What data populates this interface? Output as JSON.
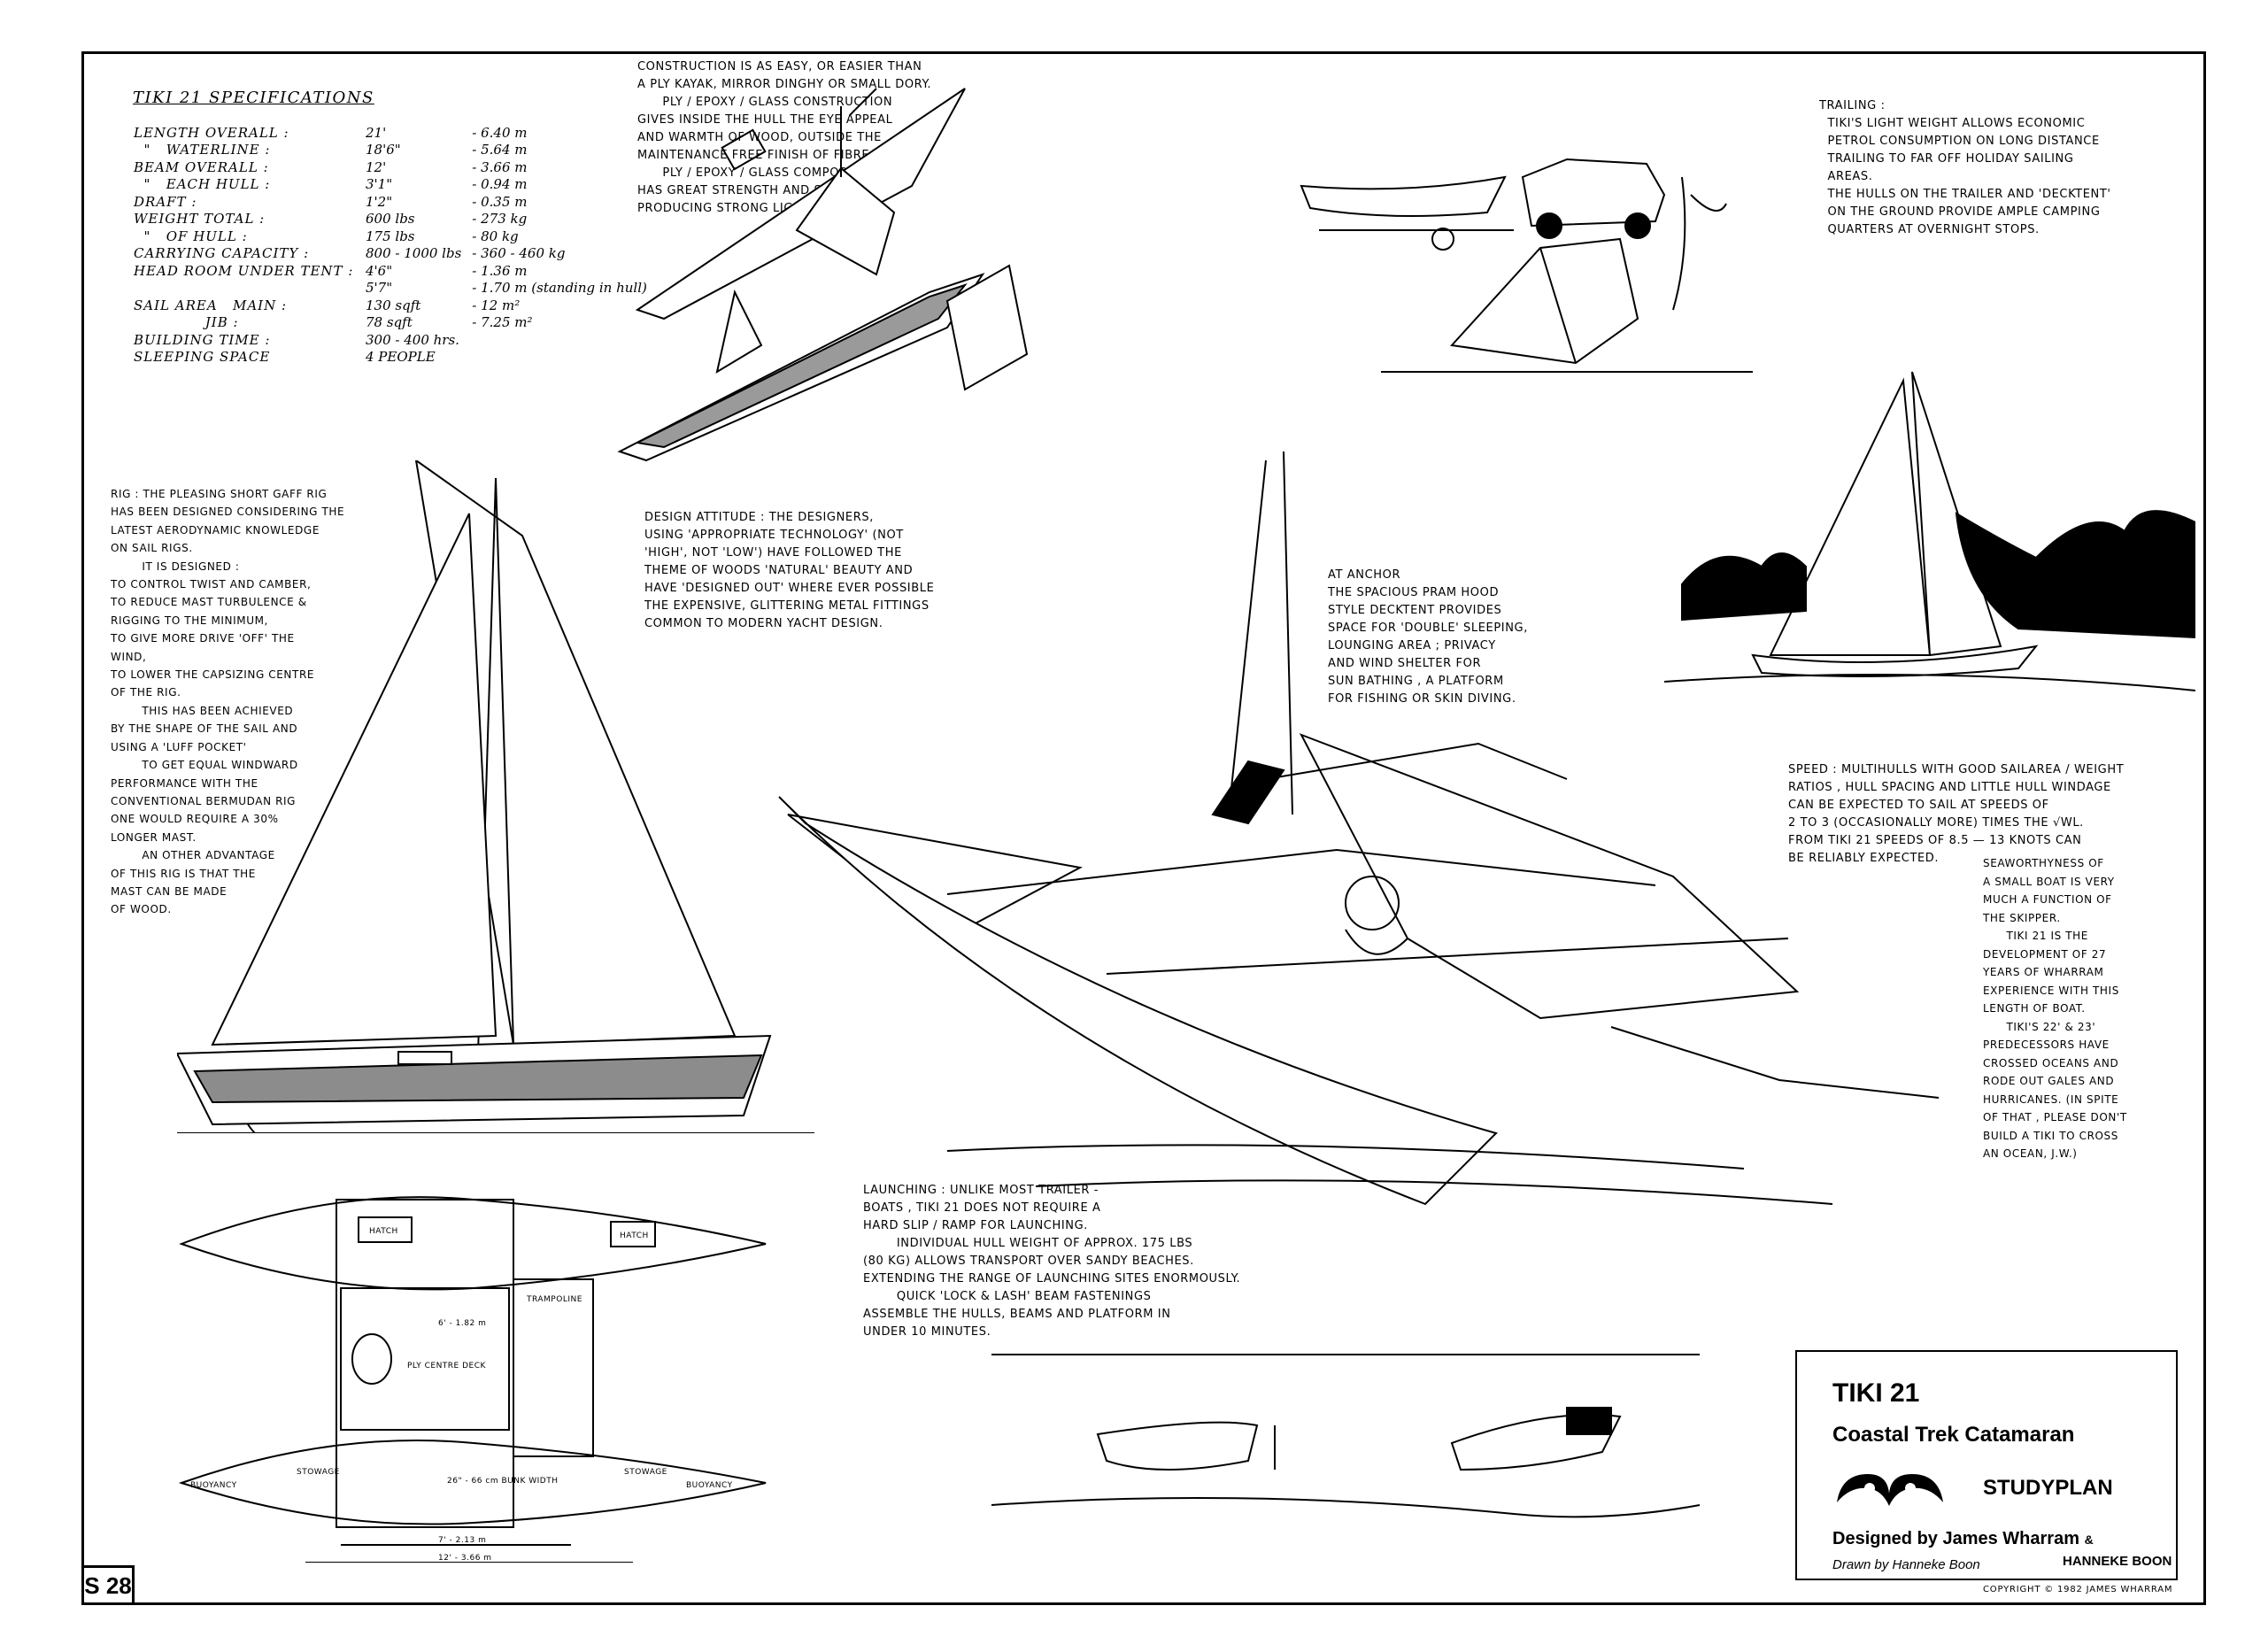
{
  "specs": {
    "title": "TIKI 21   SPECIFICATIONS",
    "rows": [
      {
        "label": "LENGTH OVERALL :",
        "imperial": "21'",
        "metric": "- 6.40 m"
      },
      {
        "label": "  \"   WATERLINE :",
        "imperial": "18'6\"",
        "metric": "- 5.64 m"
      },
      {
        "label": "BEAM OVERALL :",
        "imperial": "12'",
        "metric": "- 3.66 m"
      },
      {
        "label": "  \"   EACH HULL :",
        "imperial": "3'1\"",
        "metric": "- 0.94 m"
      },
      {
        "label": "DRAFT :",
        "imperial": "1'2\"",
        "metric": "- 0.35 m"
      },
      {
        "label": "WEIGHT TOTAL :",
        "imperial": "600 lbs",
        "metric": "- 273 kg"
      },
      {
        "label": "  \"   OF HULL :",
        "imperial": "175 lbs",
        "metric": "- 80 kg"
      },
      {
        "label": "CARRYING CAPACITY :",
        "imperial": "800 - 1000 lbs",
        "metric": "- 360 - 460 kg"
      },
      {
        "label": "HEAD ROOM UNDER TENT :",
        "imperial": "4'6\"",
        "metric": "- 1.36 m"
      },
      {
        "label": "",
        "imperial": "5'7\"",
        "metric": "- 1.70 m (standing in hull)"
      },
      {
        "label": "SAIL AREA   MAIN :",
        "imperial": "130 sqft",
        "metric": "- 12 m²"
      },
      {
        "label": "              JIB :",
        "imperial": "78 sqft",
        "metric": "- 7.25 m²"
      },
      {
        "label": "BUILDING TIME :",
        "imperial": "300 - 400 hrs.",
        "metric": ""
      },
      {
        "label": "SLEEPING SPACE",
        "imperial": "4 PEOPLE",
        "metric": ""
      }
    ]
  },
  "notes": {
    "construction": [
      "CONSTRUCTION IS AS EASY, OR EASIER THAN",
      "A PLY KAYAK, MIRROR DINGHY OR SMALL DORY.",
      "      PLY / EPOXY / GLASS CONSTRUCTION",
      "GIVES INSIDE THE HULL THE EYE APPEAL",
      "AND WARMTH OF WOOD, OUTSIDE THE",
      "MAINTENANCE FREE FINISH OF FIBREGLASS.",
      "      PLY / EPOXY / GLASS COMPOSITE",
      "HAS GREAT STRENGTH AND STIFFNESS,",
      "PRODUCING STRONG LIGHT HULLS."
    ],
    "trailing": [
      "TRAILING :",
      "  TIKI'S LIGHT WEIGHT ALLOWS ECONOMIC",
      "  PETROL CONSUMPTION ON LONG DISTANCE",
      "  TRAILING TO FAR OFF HOLIDAY SAILING",
      "  AREAS.",
      "  THE HULLS ON THE TRAILER AND 'DECKTENT'",
      "  ON THE GROUND PROVIDE AMPLE CAMPING",
      "  QUARTERS AT OVERNIGHT STOPS."
    ],
    "rig": [
      "RIG : THE PLEASING SHORT GAFF RIG",
      "HAS BEEN DESIGNED CONSIDERING THE",
      "LATEST AERODYNAMIC KNOWLEDGE",
      "ON SAIL RIGS.",
      "        IT IS DESIGNED :",
      "TO CONTROL TWIST AND CAMBER,",
      "TO REDUCE MAST TURBULENCE &",
      "RIGGING TO THE MINIMUM,",
      "TO GIVE MORE DRIVE 'OFF' THE",
      "WIND,",
      "TO LOWER THE CAPSIZING CENTRE",
      "OF THE RIG.",
      "        THIS HAS BEEN ACHIEVED",
      "BY THE SHAPE OF THE SAIL AND",
      "USING A 'LUFF POCKET'",
      "        TO GET EQUAL WINDWARD",
      "PERFORMANCE WITH THE",
      "CONVENTIONAL BERMUDAN RIG",
      "ONE WOULD REQUIRE A 30%",
      "LONGER MAST.",
      "        AN OTHER ADVANTAGE",
      "OF THIS RIG IS THAT THE",
      "MAST CAN BE MADE",
      "OF WOOD."
    ],
    "design_attitude": [
      "DESIGN ATTITUDE : THE DESIGNERS,",
      "USING 'APPROPRIATE TECHNOLOGY' (NOT",
      "'HIGH', NOT 'LOW') HAVE FOLLOWED THE",
      "THEME OF WOODS 'NATURAL' BEAUTY AND",
      "HAVE 'DESIGNED OUT' WHERE EVER POSSIBLE",
      "THE EXPENSIVE, GLITTERING METAL FITTINGS",
      "COMMON TO MODERN YACHT DESIGN."
    ],
    "at_anchor": [
      "AT ANCHOR",
      "THE SPACIOUS PRAM HOOD",
      "STYLE DECKTENT PROVIDES",
      "SPACE FOR 'DOUBLE' SLEEPING,",
      "LOUNGING AREA ; PRIVACY",
      "AND WIND SHELTER FOR",
      "SUN BATHING , A PLATFORM",
      "FOR FISHING OR SKIN DIVING."
    ],
    "speed": [
      "SPEED : MULTIHULLS WITH GOOD SAILAREA / WEIGHT",
      "RATIOS , HULL SPACING AND LITTLE HULL WINDAGE",
      "CAN BE EXPECTED TO SAIL AT SPEEDS OF",
      "2 TO 3 (OCCASIONALLY MORE) TIMES THE √WL.",
      "FROM TIKI 21 SPEEDS OF 8.5 — 13 KNOTS CAN",
      "BE RELIABLY EXPECTED."
    ],
    "seaworthyness": [
      "SEAWORTHYNESS OF",
      "A SMALL BOAT IS VERY",
      "MUCH A FUNCTION OF",
      "THE SKIPPER.",
      "      TIKI 21 IS THE",
      "DEVELOPMENT OF 27",
      "YEARS OF WHARRAM",
      "EXPERIENCE WITH THIS",
      "LENGTH OF BOAT.",
      "      TIKI'S 22' & 23'",
      "PREDECESSORS HAVE",
      "CROSSED OCEANS AND",
      "RODE OUT GALES AND",
      "HURRICANES. (IN SPITE",
      "OF THAT , PLEASE DON'T",
      "BUILD A TIKI TO CROSS",
      "AN OCEAN, J.W.)"
    ],
    "launching": [
      "LAUNCHING : UNLIKE MOST TRAILER -",
      "BOATS , TIKI 21 DOES NOT REQUIRE A",
      "HARD SLIP / RAMP FOR LAUNCHING.",
      "        INDIVIDUAL HULL WEIGHT OF APPROX. 175 lbs",
      "(80 kg) ALLOWS TRANSPORT OVER SANDY BEACHES.",
      "EXTENDING THE RANGE OF LAUNCHING SITES ENORMOUSLY.",
      "        QUICK 'LOCK & LASH' BEAM FASTENINGS",
      "ASSEMBLE THE HULLS, BEAMS AND PLATFORM IN",
      "UNDER 10 MINUTES."
    ]
  },
  "plan_labels": {
    "hatch_left": "HATCH",
    "hatch_right": "HATCH",
    "trampoline": "TRAMPOLINE",
    "centre_deck": "PLY CENTRE DECK",
    "buoyancy_left": "BUOYANCY",
    "buoyancy_right": "BUOYANCY",
    "stowage_left": "STOWAGE",
    "stowage_right": "STOWAGE",
    "bunk_width": "26\" - 66 cm  BUNK WIDTH",
    "dim_inner": "7' - 2.13 m",
    "dim_outer": "12' - 3.66 m",
    "beam_dim": "6' - 1.82 m"
  },
  "title_block": {
    "title": "TIKI 21",
    "subtitle": "Coastal Trek Catamaran",
    "plan_type": "STUDYPLAN",
    "designed_by": "Designed by James Wharram",
    "amp": "&",
    "partner": "HANNEKE BOON",
    "drawn_by": "Drawn by Hanneke Boon"
  },
  "sheet_number": "S 28",
  "copyright": "COPYRIGHT © 1982  James Wharram",
  "colors": {
    "ink": "#000000",
    "paper": "#ffffff",
    "hull_shade": "#8c8c8c",
    "interior_shade": "#9a9a9a"
  }
}
